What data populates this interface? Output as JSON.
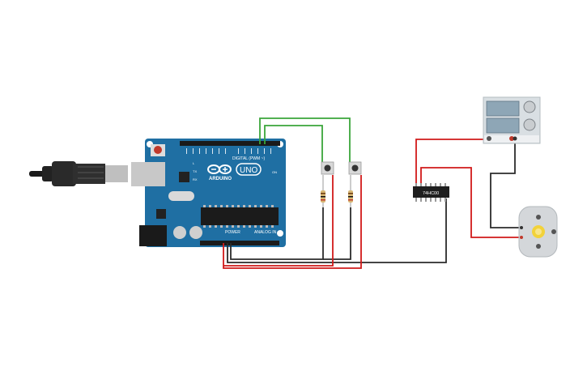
{
  "arduino": {
    "brand": "ARDUINO",
    "model": "UNO",
    "digital_label": "DIGITAL (PWM ~)",
    "power_label": "POWER",
    "analog_label": "ANALOG IN",
    "label_tx": "TX",
    "label_rx": "RX",
    "label_l": "L",
    "label_on": "ON"
  },
  "ic": {
    "label": "74HC00"
  },
  "colors": {
    "board": "#1f6fa3",
    "wire_red": "#d11a1a",
    "wire_black": "#2b2b2b",
    "wire_green": "#3aa53a",
    "supply_body": "#d9dfe3"
  }
}
